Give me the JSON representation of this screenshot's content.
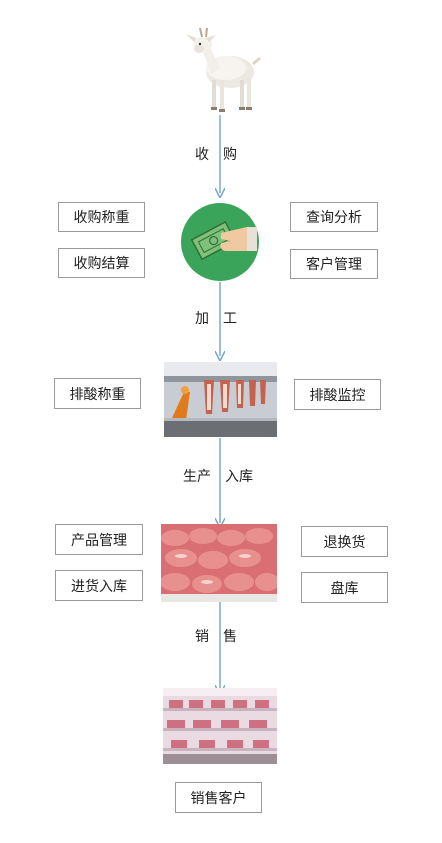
{
  "stages": {
    "purchase": "收　购",
    "process": "加　工",
    "produce": "生产　入库",
    "sale": "销　售"
  },
  "left_boxes": {
    "purchase_weigh": "收购称重",
    "purchase_settle": "收购结算",
    "acid_weigh": "排酸称重",
    "product_mgmt": "产品管理",
    "stock_in": "进货入库"
  },
  "right_boxes": {
    "query_analysis": "查询分析",
    "customer_mgmt": "客户管理",
    "acid_monitor": "排酸监控",
    "return_exchange": "退换货",
    "inventory": "盘库"
  },
  "end_box": "销售客户",
  "colors": {
    "arrow": "#6fa3cc",
    "box_border": "#9a9a9a",
    "circle": "#3aa55a"
  },
  "icons": [
    "goat-image",
    "payment-icon",
    "slaughter-line-image",
    "meat-tray-image",
    "display-fridge-image"
  ]
}
